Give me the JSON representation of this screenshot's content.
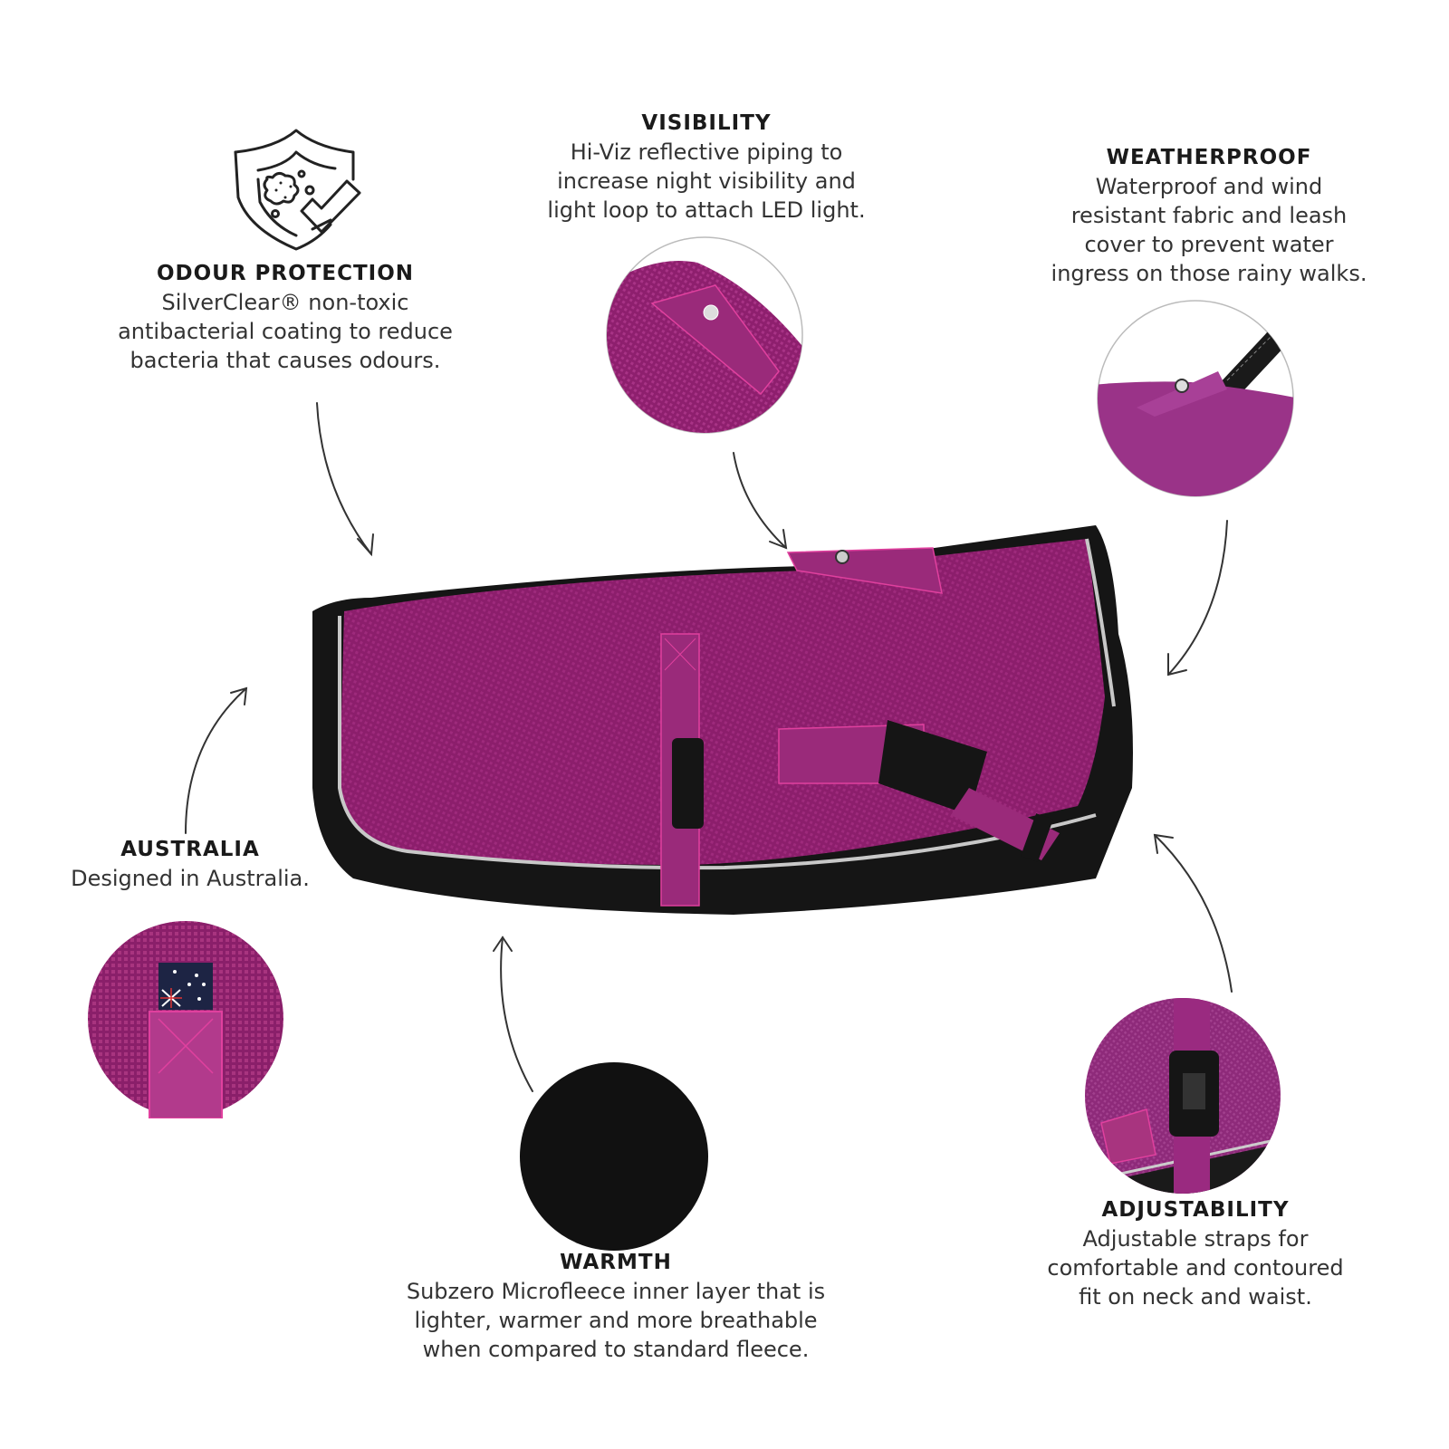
{
  "colors": {
    "fabric": "#8e1f6e",
    "fabric_dark": "#6e1656",
    "fabric_light": "#a83386",
    "stitch": "#e0409e",
    "binding": "#151515",
    "piping": "#c8c8c8",
    "text": "#333333",
    "heading": "#1a1a1a"
  },
  "features": {
    "odour": {
      "icon": "shield-check-bacteria-icon",
      "title": "ODOUR PROTECTION",
      "description": "SilverClear® non-toxic\nantibacterial coating to reduce\nbacteria that causes odours."
    },
    "visibility": {
      "title": "VISIBILITY",
      "description": "Hi-Viz reflective piping to\nincrease night visibility and\nlight loop to attach LED light."
    },
    "weatherproof": {
      "title": "WEATHERPROOF",
      "description": "Waterproof and wind\nresistant fabric and leash\ncover to prevent water\ningress on those rainy walks."
    },
    "australia": {
      "title": "AUSTRALIA",
      "description": "Designed in Australia."
    },
    "warmth": {
      "title": "WARMTH",
      "description": "Subzero Microfleece inner layer that is\nlighter, warmer and more breathable\nwhen compared to standard fleece."
    },
    "adjustability": {
      "title": "ADJUSTABILITY",
      "description": "Adjustable straps for\ncomfortable and contoured\nfit on neck and waist."
    }
  }
}
